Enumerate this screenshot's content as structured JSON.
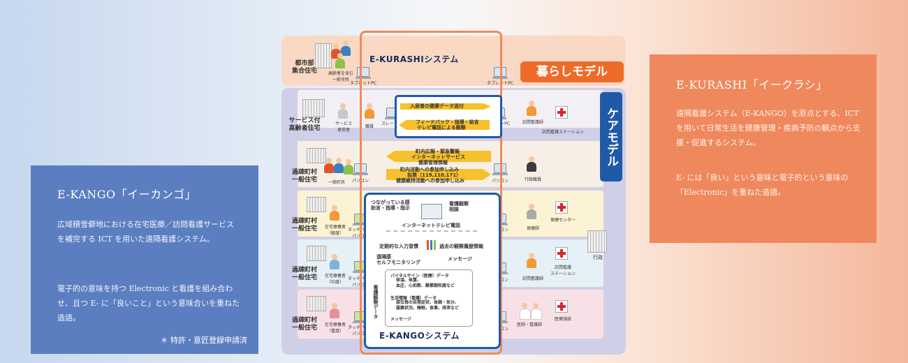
{
  "left_panel": {
    "title": "E-KANGO「イーカンゴ」",
    "para1": "広域積雪僻地における在宅医療／訪問看護サービスを補完する ICT を用いた遠隔看護システム。",
    "para2": "電子的の意味を持つ Electronic と看護を組み合わせ、且つ E- に「良いこと」という意味合いを重ねた造語。",
    "note": "＊ 特許・意匠登録申請済"
  },
  "right_panel": {
    "title": "E-KURASHI「イークラシ」",
    "para1": "遠隔看護システム（E-KANGO）を原点とする、ICT を用いて日常生活を健康管理・疾病予防の観点から支援・促進するシステム。",
    "para2": "E- には「良い」という意味と電子的という意味の「Electronic」を重ねた造語。"
  },
  "diagram": {
    "kurashi_system": "E-KURASHIシステム",
    "kango_system": "E-KANGOシステム",
    "kurashi_model": "暮らしモデル",
    "care_model": "ケアモデル",
    "rows": [
      {
        "label": "都市部\n集合住宅",
        "person": "高齢者を含む\n一般住民",
        "device": "タブレットPC"
      },
      {
        "label": "サービス付\n高齢者住宅",
        "person": "サービス\n享受者",
        "staff": "職員",
        "device_l": "スレートPC",
        "device_r": "スレートPC",
        "right_person": "訪問看護師",
        "right_facility": "訪問看護ステーション"
      },
      {
        "label": "過疎町村\n一般住宅",
        "person": "一般町民",
        "device_l": "パソコン",
        "device_r": "パソコン",
        "right_person": "行政職員"
      },
      {
        "label": "過疎町村\n一般住宅",
        "person": "在宅療養者\n（軽度）",
        "device_l": "タッチパネル\nパソコン",
        "device_r": "パソコン",
        "right_person": "保健師",
        "right_facility": "保健センター"
      },
      {
        "label": "過疎町村\n一般住宅",
        "person": "在宅療養者\n（中度）",
        "device_l": "タッチパネル\nパソコン",
        "device_r": "パソコン",
        "right_person": "訪問看護師",
        "right_facility": "訪問看護\nステーション"
      },
      {
        "label": "過疎町村\n一般住宅",
        "person": "在宅療養者\n（重度）",
        "device_l": "タッチパネル\nパソコン",
        "device_r": "パソコン",
        "right_person": "医師・看護師",
        "right_facility": "医療施設"
      }
    ],
    "arrows_row2": {
      "top": "入居者の健康データ送付",
      "bottom1": "フィードバック・指導・助言",
      "bottom2": "テレビ電話による観察"
    },
    "arrows_row3": {
      "a1": "町内広報・緊急警報",
      "a2": "インターネットサービス",
      "a3": "健康管理情報",
      "b1": "町内活動への参加申し込み",
      "b2": "投票（119,110,171）",
      "b3": "健康維持活動への参加申し込み"
    },
    "kango_box": {
      "connect": "つながっている感\n助言・指導・指示",
      "observe": "看護観察\n相談",
      "tv_phone": "インターネットテレビ電話",
      "periodic": "定期的な入力習慣",
      "self_mon": "遠隔感\nセルフモニタリング",
      "history": "過去の観察履歴情報",
      "message": "メッセージ",
      "side": "看護観察データ",
      "vital_title": "バイタルサイン（医療）データ",
      "vital_body": "体温、体重、\n血圧、心拍数、酸素飽和度など",
      "life_title": "生活情報（看護）データ",
      "life_body": "部位毎の自覚症状、体調・気分、\n服薬状況、睡眠、食事、排泄など",
      "msg2": "メッセージ"
    },
    "gov_label": "行政"
  },
  "colors": {
    "left_panel": "#5b7ec0",
    "right_panel": "#f0885d",
    "kurashi_border": "#ef8a5a",
    "kango_border": "#1f5aa8",
    "arrow_yellow": "#f6c12c",
    "care_model": "#1f5aa8",
    "kurashi_model": "#ef6b2a"
  }
}
